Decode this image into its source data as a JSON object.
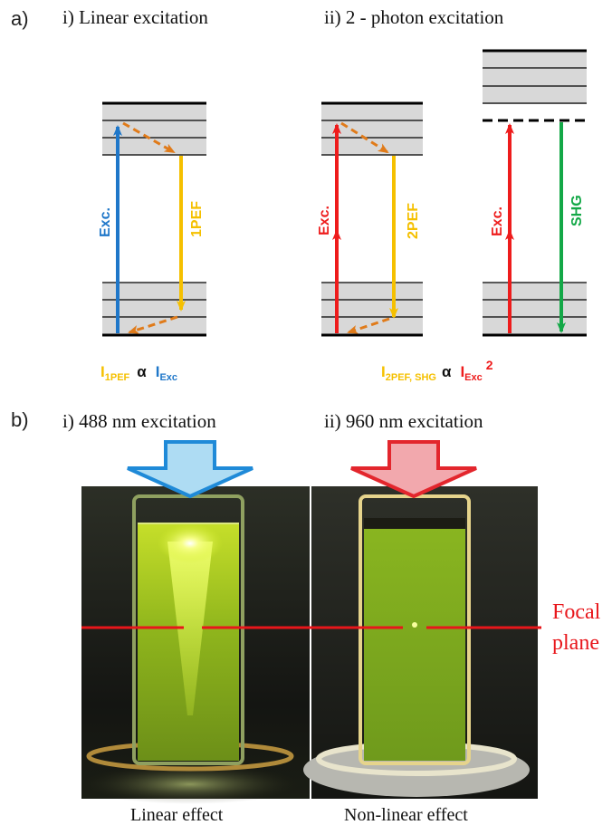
{
  "panel_a": {
    "letter": "a)",
    "heading_i": "i)  Linear excitation",
    "heading_ii": "ii)  2 - photon excitation",
    "labels": {
      "exc_linear": "Exc.",
      "pef1": "1PEF",
      "exc_2p": "Exc.",
      "pef2": "2PEF",
      "exc_shg": "Exc.",
      "shg": "SHG"
    },
    "formula_linear": {
      "lhs": "I",
      "lhs_sub": "1PEF",
      "alpha": "α",
      "rhs": "I",
      "rhs_sub": "Exc"
    },
    "formula_nonlinear": {
      "lhs": "I",
      "lhs_sub": "2PEF, SHG",
      "alpha": "α",
      "rhs": "I",
      "rhs_sub": "Exc",
      "exponent": "2"
    }
  },
  "panel_b": {
    "letter": "b)",
    "heading_i": "i)  488 nm excitation",
    "heading_ii": "ii)  960 nm excitation",
    "focal_plane_line1": "Focal",
    "focal_plane_line2": "plane",
    "caption_left": "Linear effect",
    "caption_right": "Non-linear effect"
  },
  "colors": {
    "blue_excitation": "#1f77c9",
    "yellow_emission": "#f5c000",
    "orange_relaxation": "#e07b1a",
    "red_excitation": "#ee1c1c",
    "green_shg": "#13a847",
    "level_fill": "#d8d8d8",
    "focal_line": "#e8161b"
  }
}
